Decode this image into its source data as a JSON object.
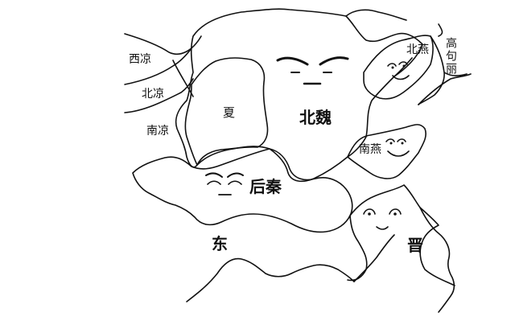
{
  "map": {
    "colors": {
      "ink": "#111111",
      "paper": "#ffffff"
    },
    "regions": [
      {
        "id": "xiliang",
        "name": "西凉"
      },
      {
        "id": "beiliang",
        "name": "北凉"
      },
      {
        "id": "nanliang",
        "name": "南凉"
      },
      {
        "id": "xia",
        "name": "夏"
      },
      {
        "id": "beiwei",
        "name": "北魏"
      },
      {
        "id": "beiyan",
        "name": "北燕"
      },
      {
        "id": "gaogouli",
        "name": "高句丽"
      },
      {
        "id": "nanyan",
        "name": "南燕"
      },
      {
        "id": "houqin",
        "name": "后秦"
      },
      {
        "id": "dong",
        "name": "东"
      },
      {
        "id": "jin",
        "name": "晋"
      }
    ]
  }
}
